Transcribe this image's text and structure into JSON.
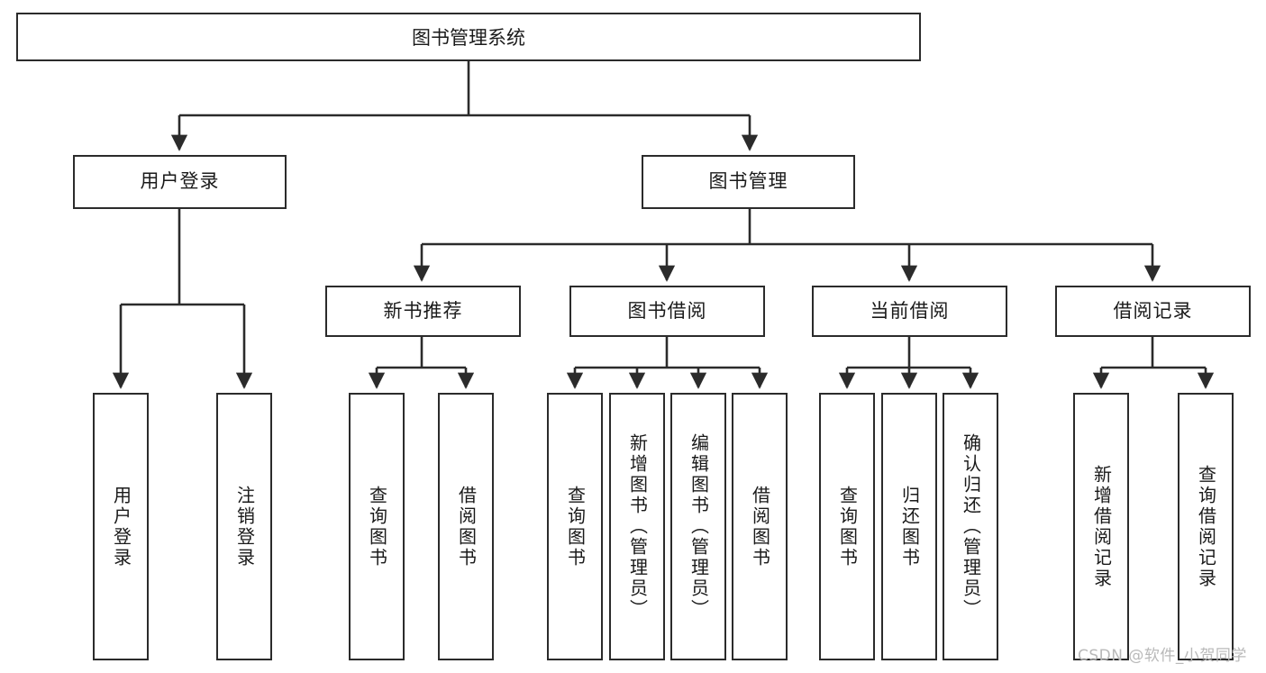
{
  "diagram": {
    "title": "图书管理系统",
    "type": "tree-functional-structure",
    "root": {
      "label": "图书管理系统"
    },
    "level2": [
      {
        "label": "用户登录"
      },
      {
        "label": "图书管理"
      }
    ],
    "level3": [
      {
        "label": "新书推荐"
      },
      {
        "label": "图书借阅"
      },
      {
        "label": "当前借阅"
      },
      {
        "label": "借阅记录"
      }
    ],
    "leaves": {
      "user_login": [
        {
          "label": "用户登录"
        },
        {
          "label": "注销登录"
        }
      ],
      "new_book_recommend": [
        {
          "label": "查询图书"
        },
        {
          "label": "借阅图书"
        }
      ],
      "book_borrow": [
        {
          "label": "查询图书"
        },
        {
          "label": "新增图书（管理员）"
        },
        {
          "label": "编辑图书（管理员）"
        },
        {
          "label": "借阅图书"
        }
      ],
      "current_borrow": [
        {
          "label": "查询图书"
        },
        {
          "label": "归还图书"
        },
        {
          "label": "确认归还（管理员）"
        }
      ],
      "borrow_record": [
        {
          "label": "新增借阅记录"
        },
        {
          "label": "查询借阅记录"
        }
      ]
    }
  },
  "watermark": {
    "text": "CSDN @软件_小贺同学"
  },
  "colors": {
    "border": "#2b2b2b",
    "text": "#1a1a1a",
    "background": "#ffffff",
    "watermark": "#b9b9b9"
  }
}
